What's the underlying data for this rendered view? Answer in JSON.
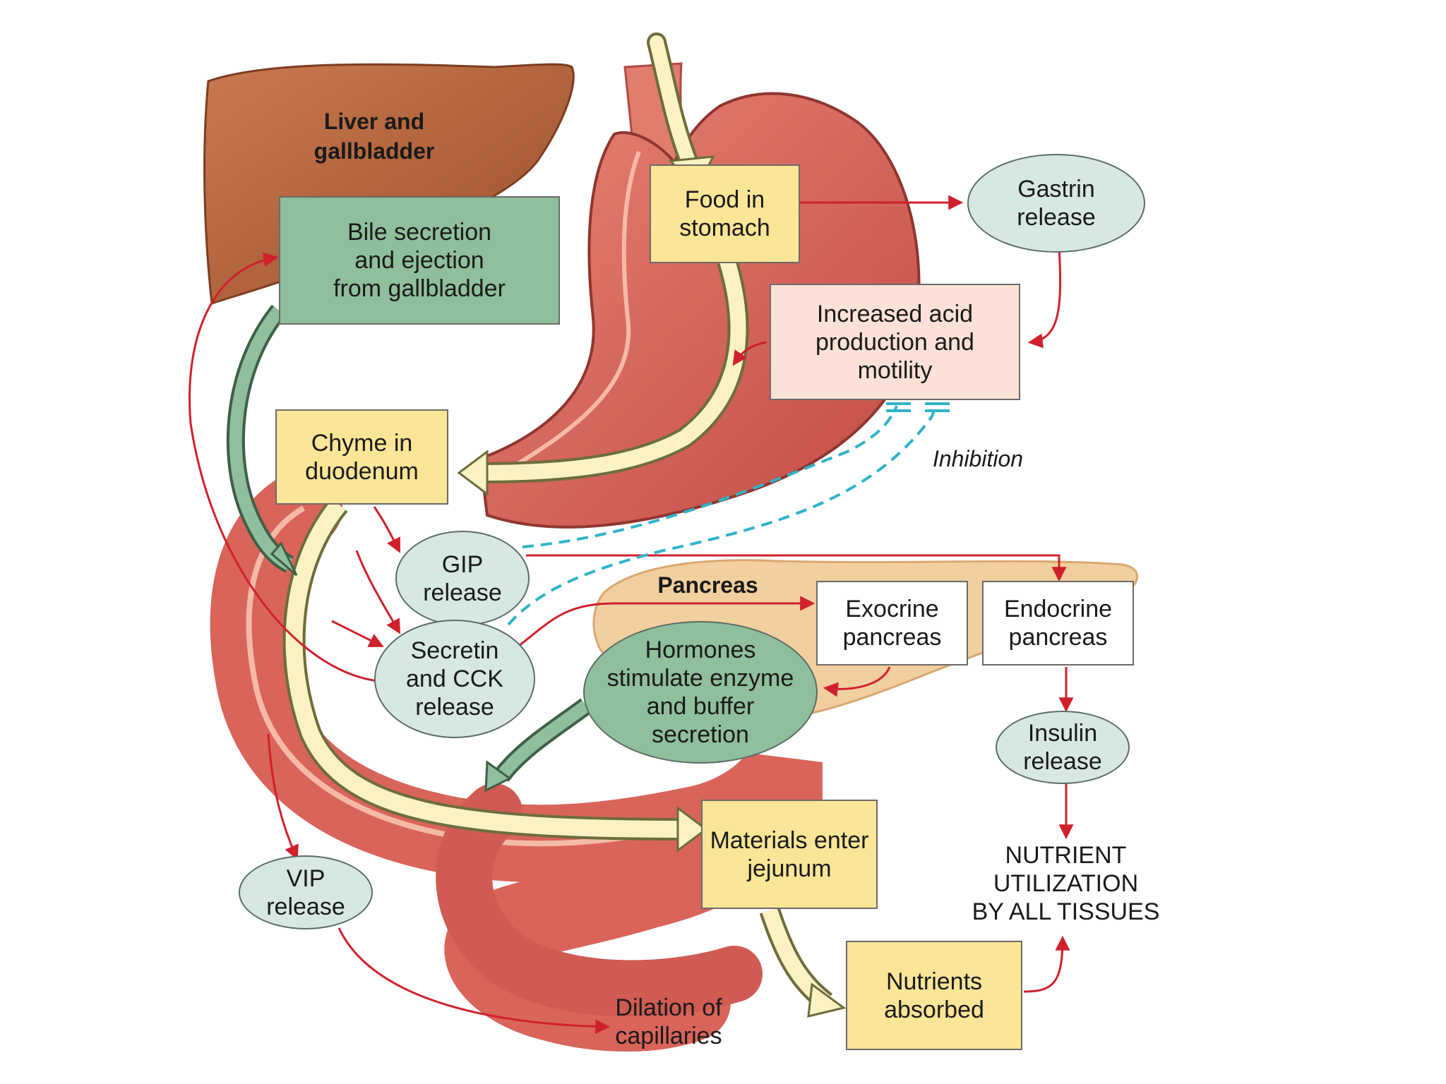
{
  "labels": {
    "liver": "Liver and\ngallbladder",
    "bile": "Bile secretion\nand ejection\nfrom gallbladder",
    "food": "Food in\nstomach",
    "gastrin": "Gastrin\nrelease",
    "acid": "Increased acid\nproduction and\nmotility",
    "inhibition": "Inhibition",
    "chyme": "Chyme in\nduodenum",
    "gip": "GIP\nrelease",
    "pancreas": "Pancreas",
    "exocrine": "Exocrine\npancreas",
    "endocrine": "Endocrine\npancreas",
    "secretin": "Secretin\nand CCK\nrelease",
    "hormones": "Hormones\nstimulate enzyme\nand buffer\nsecretion",
    "insulin": "Insulin\nrelease",
    "materials": "Materials enter\njejunum",
    "nutrient_util": "NUTRIENT\nUTILIZATION\nBY ALL TISSUES",
    "vip": "VIP\nrelease",
    "nutrients": "Nutrients\nabsorbed",
    "dilation": "Dilation of\ncapillaries"
  },
  "colors": {
    "arrow_red": "#d0202c",
    "inhibition_dash": "#2fb3c8",
    "yellow_box": "#fbe596",
    "green_box": "#8fbf9c",
    "pink_box": "#fbe1d7",
    "oval_light": "#d7e7e1",
    "liver": "#b5633a",
    "stomach": "#d9645a",
    "pancreas": "#f2cf9e"
  }
}
